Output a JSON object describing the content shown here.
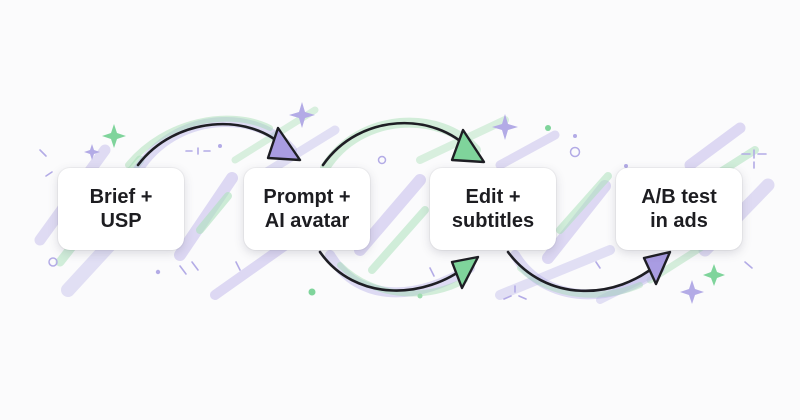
{
  "diagram": {
    "steps": [
      {
        "line1": "Brief +",
        "line2": "USP"
      },
      {
        "line1": "Prompt +",
        "line2": "AI avatar"
      },
      {
        "line1": "Edit +",
        "line2": "subtitles"
      },
      {
        "line1": "A/B test",
        "line2": "in ads"
      }
    ],
    "colors": {
      "arrow": "#1e1e24",
      "arrow_head_fill": "#a99ce2",
      "arrow_head_fill_alt": "#7fd49b",
      "brush_purple": "#b9b1e8",
      "brush_green": "#9fdcb0",
      "sparkle": "#b3abe6",
      "card_bg": "#ffffff",
      "text": "#1d1d21"
    }
  }
}
